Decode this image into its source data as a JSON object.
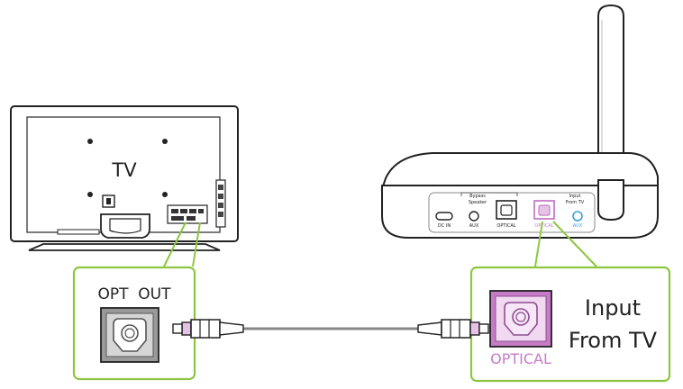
{
  "tv": {
    "title": "TV"
  },
  "tv_callout": {
    "label": "OPT  OUT"
  },
  "receiver": {
    "bypass_label": "Bypass",
    "speaker_label": "Speaker",
    "input_label": "Input",
    "from_tv_label": "From TV",
    "dc_in_label": "DC IN",
    "aux_label": "AUX",
    "optical_label": "OPTICAL",
    "optical_active_label": "OPTICAL",
    "aux_active_label": "AUX"
  },
  "receiver_callout": {
    "line1": "Input",
    "line2": "From TV",
    "port_label": "OPTICAL"
  },
  "colors": {
    "callout_border": "#8dc63f",
    "highlight_port": "#c77bc7",
    "aux_highlight": "#3aa0d8",
    "outline": "#222222"
  }
}
